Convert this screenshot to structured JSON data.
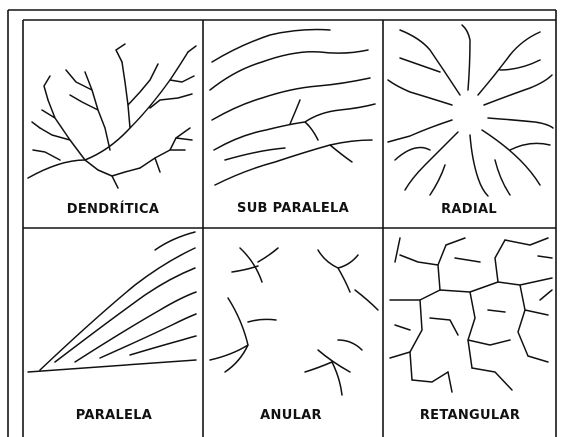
{
  "diagram": {
    "patterns": [
      {
        "id": "dendritica",
        "label": "DENDRÍTICA"
      },
      {
        "id": "subparalela",
        "label": "SUB PARALELA"
      },
      {
        "id": "radial",
        "label": "RADIAL"
      },
      {
        "id": "paralela",
        "label": "PARALELA"
      },
      {
        "id": "anular",
        "label": "ANULAR"
      },
      {
        "id": "retangular",
        "label": "RETANGULAR"
      }
    ]
  }
}
